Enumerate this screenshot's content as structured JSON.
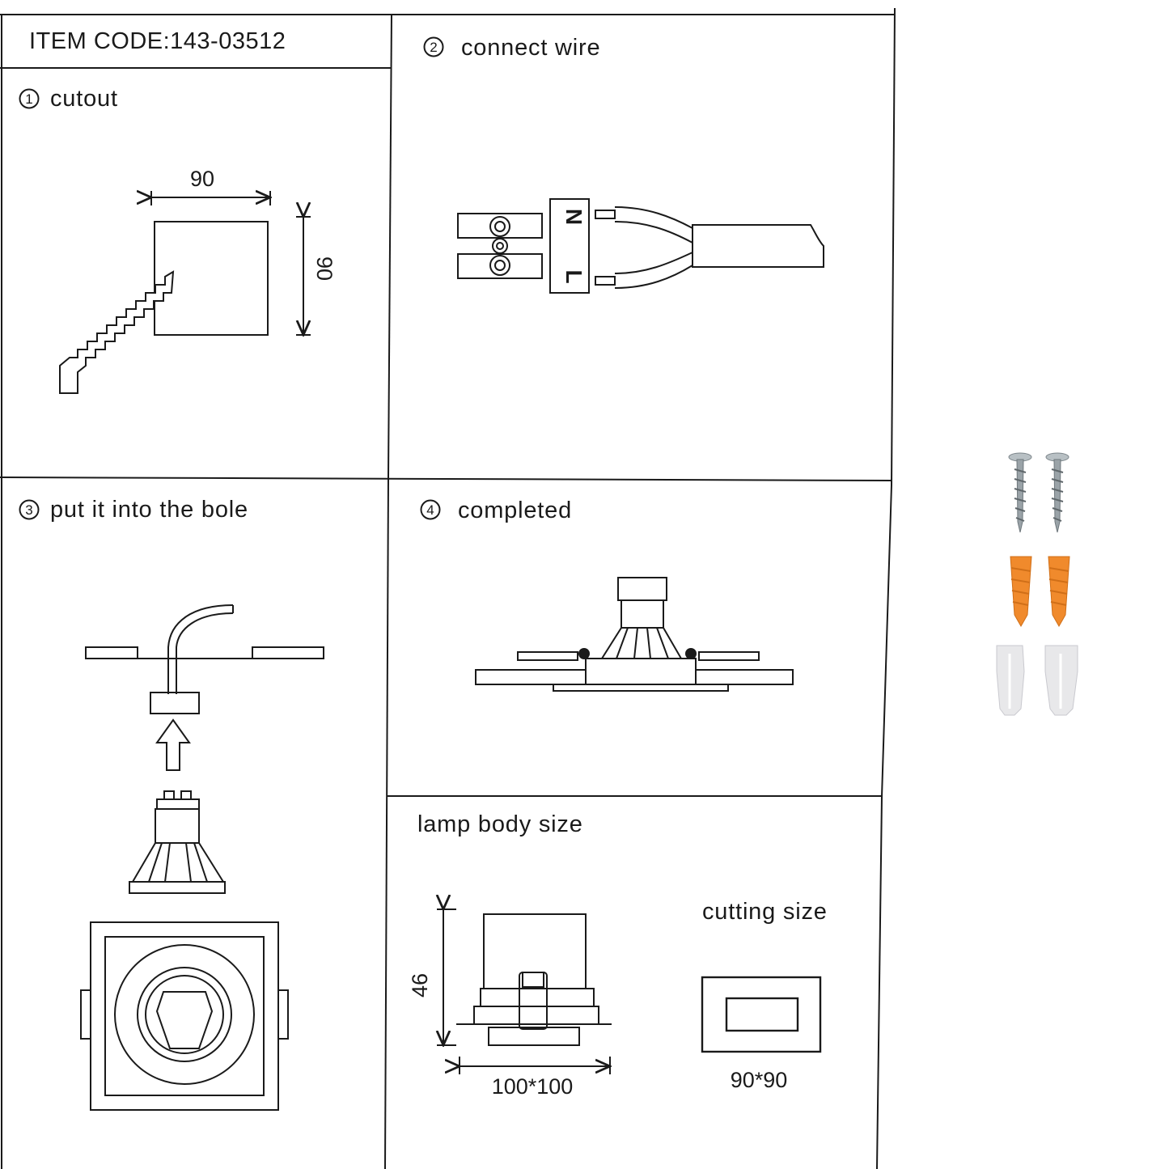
{
  "item_code": "ITEM CODE:143-03512",
  "steps": [
    {
      "number": "1",
      "title": "cutout"
    },
    {
      "number": "2",
      "title": "connect wire"
    },
    {
      "number": "3",
      "title": "put it into the bole"
    },
    {
      "number": "4",
      "title": "completed"
    }
  ],
  "cutout": {
    "width_label": "90",
    "height_label": "90"
  },
  "connector": {
    "terminal_n": "N",
    "terminal_l": "L"
  },
  "lamp_body": {
    "title": "lamp body size",
    "height_label": "46",
    "width_label": "100*100",
    "cutting_title": "cutting size",
    "cutting_label": "90*90"
  },
  "accessories": [
    "screw-icon",
    "wall-plug-icon",
    "wire-connector-cap-icon"
  ],
  "colors": {
    "line": "#1a1a1a",
    "wall_plug": "#f08a2c",
    "screw": "#9aa3a8",
    "connector_cap": "#e8e8ea"
  }
}
